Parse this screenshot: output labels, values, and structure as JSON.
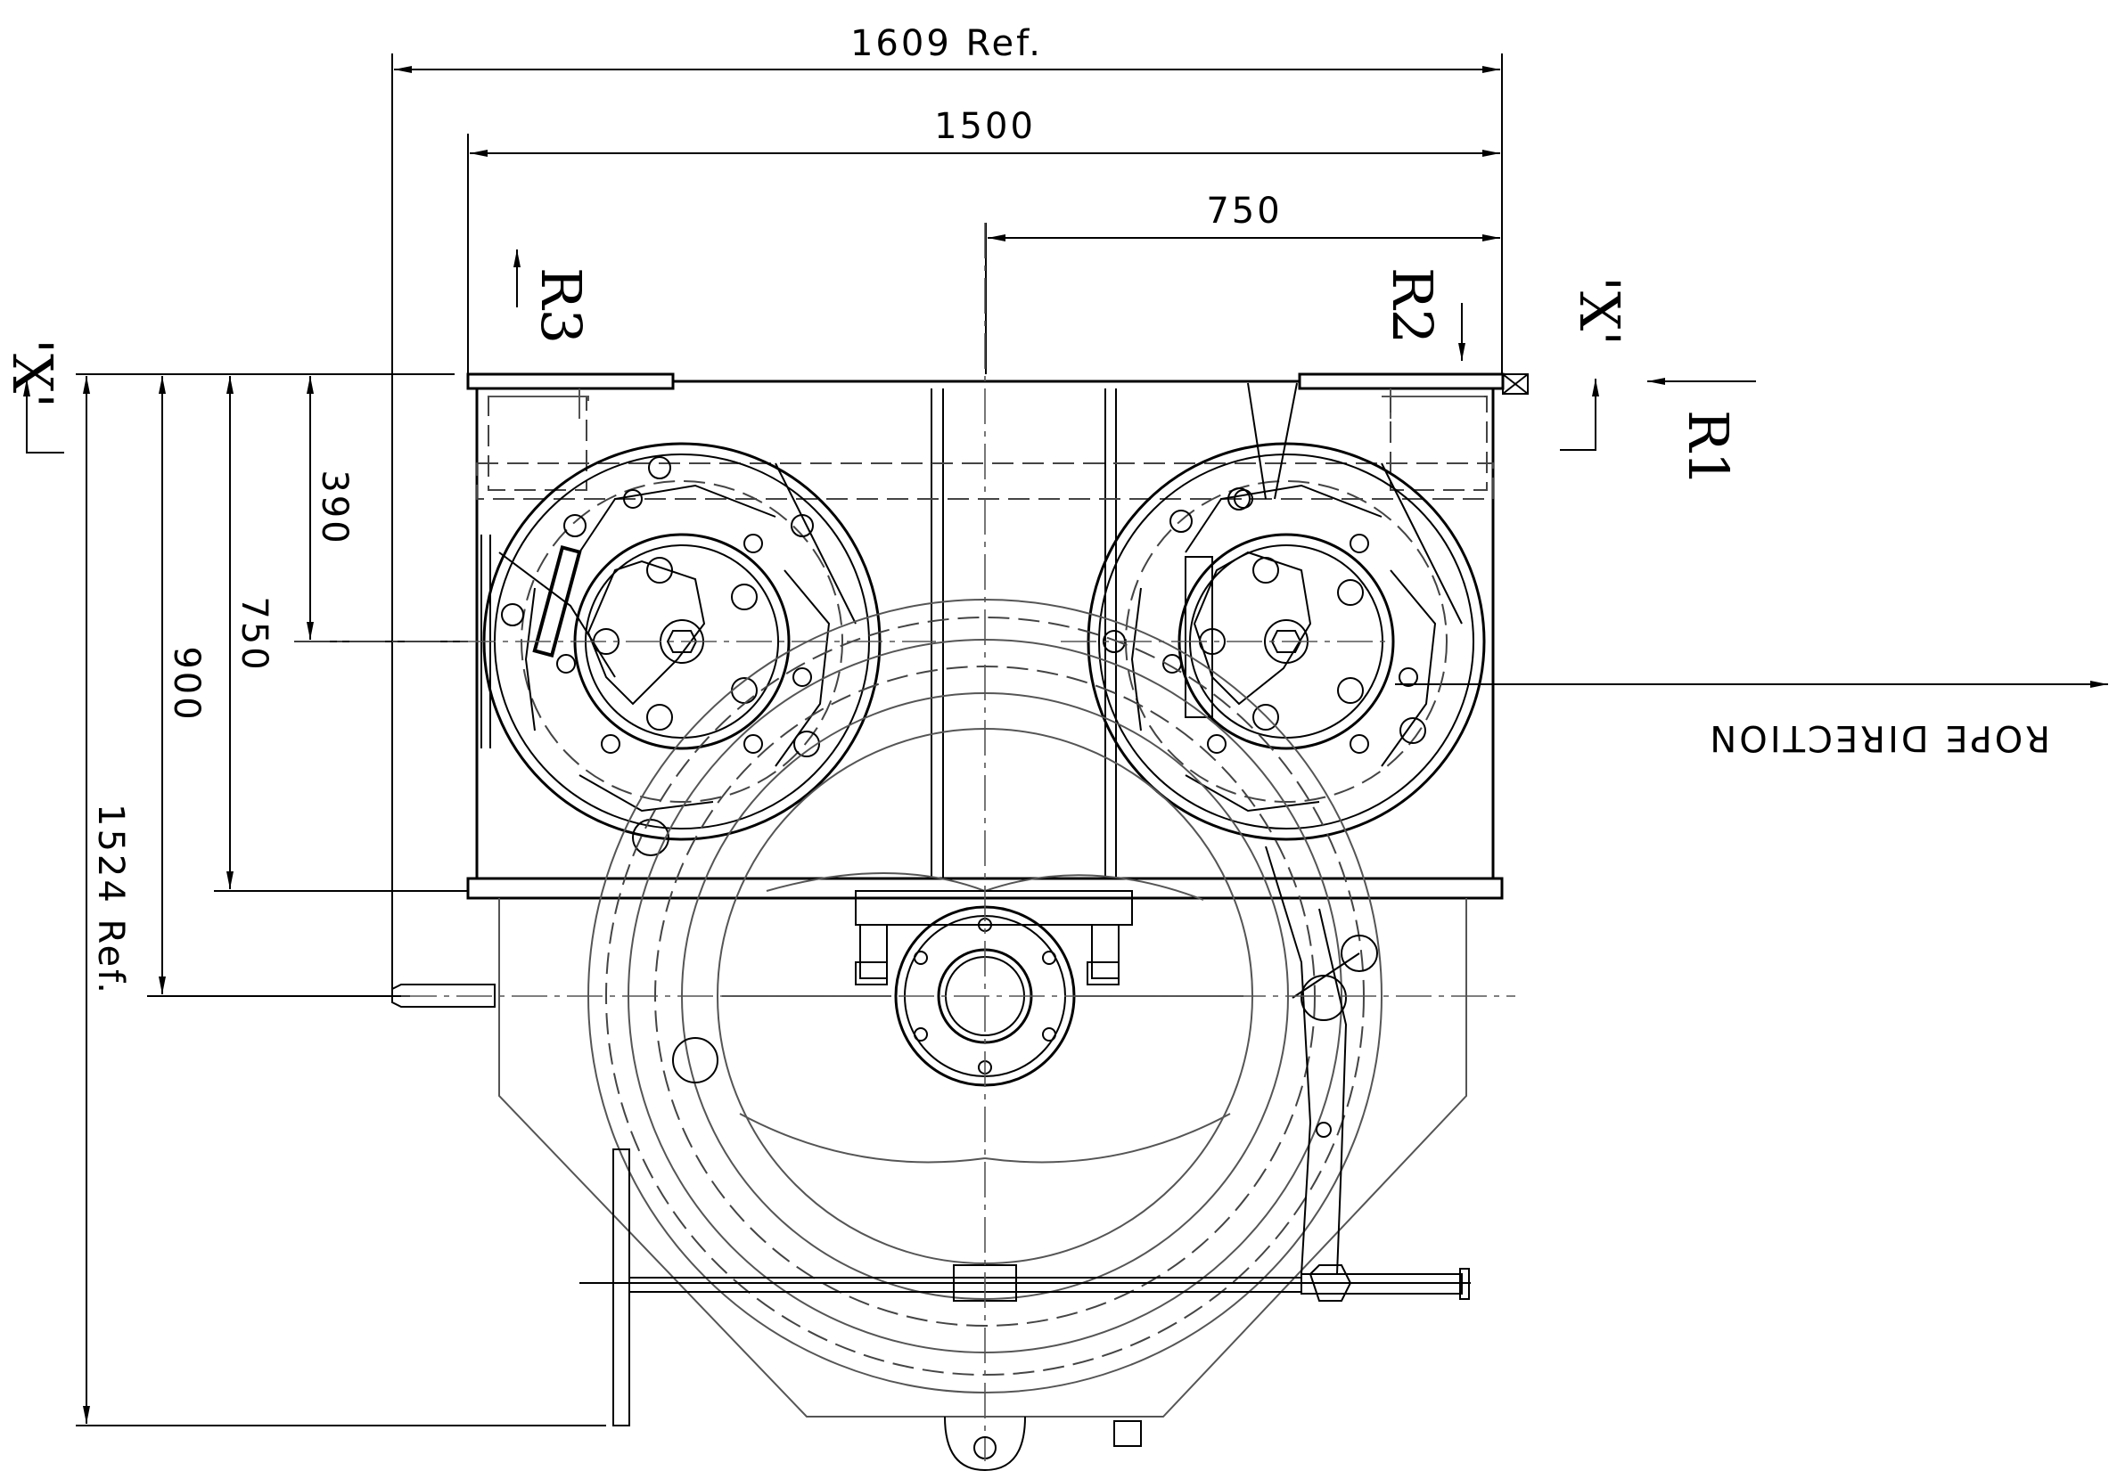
{
  "dimensions": {
    "overall_width": "1609 Ref.",
    "inner_width": "1500",
    "half_width": "750",
    "vert_390": "390",
    "vert_750": "750",
    "vert_900": "900",
    "vert_1524": "1524 Ref."
  },
  "labels": {
    "r1": "R1",
    "r2": "R2",
    "r3": "R3",
    "section_left": "'X'",
    "section_right": "'X'",
    "rope_direction": "ROPE DIRECTION"
  },
  "colors": {
    "line": "#000000",
    "background": "#ffffff"
  }
}
